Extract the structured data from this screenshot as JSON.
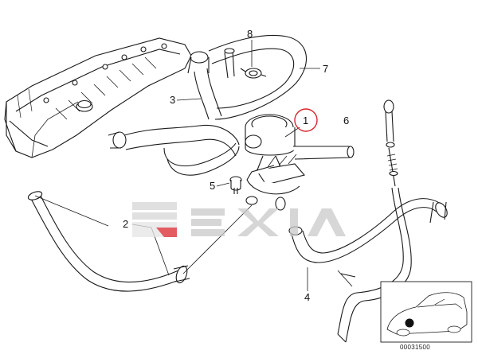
{
  "diagram": {
    "part_numbers": [
      "1",
      "2",
      "3",
      "4",
      "5",
      "6",
      "7",
      "8"
    ],
    "highlighted_part": "1",
    "highlight_color": "#d9262e",
    "line_color": "#1a1a1a",
    "watermark": {
      "text": "EXIA",
      "color": "#c8c8c8",
      "accent": "#d9262e"
    },
    "diagram_id": "00031500"
  }
}
